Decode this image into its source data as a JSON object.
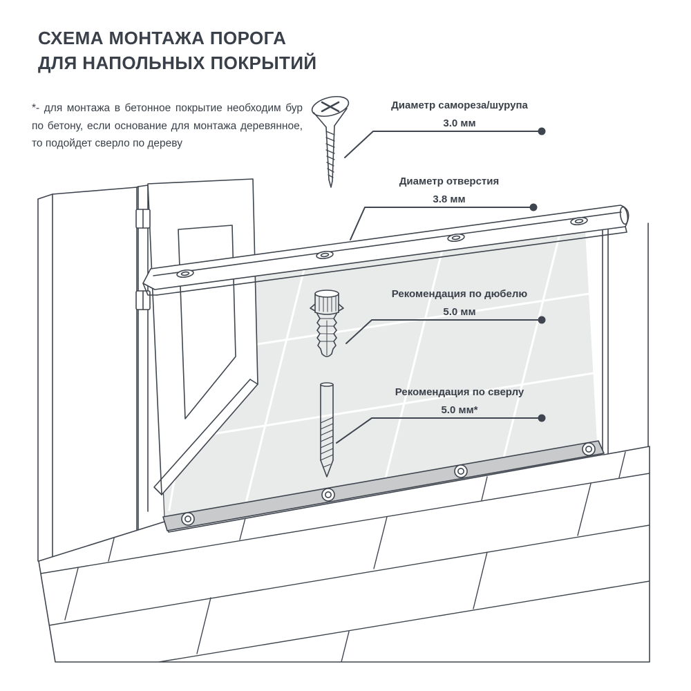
{
  "title": {
    "line1": "СХЕМА МОНТАЖА ПОРОГА",
    "line2": "ДЛЯ НАПОЛЬНЫХ ПОКРЫТИЙ"
  },
  "footnote": "*- для монтажа в бетонное покрытие необходим бур по бетону, если основание для монтажа деревянное, то подойдет сверло по дереву",
  "callouts": {
    "screw": {
      "label": "Диаметр самореза/шурупа",
      "value": "3.0 мм"
    },
    "hole": {
      "label": "Диаметр отверстия",
      "value": "3.8 мм"
    },
    "dowel": {
      "label": "Рекомендация по дюбелю",
      "value": "5.0 мм"
    },
    "drill": {
      "label": "Рекомендация по сверлу",
      "value": "5.0 мм*"
    }
  },
  "colors": {
    "line": "#3f454e",
    "text": "#3a4049",
    "tile_fill": "#e9eaea",
    "base_strip_fill": "#c8cacc",
    "background": "#ffffff"
  }
}
